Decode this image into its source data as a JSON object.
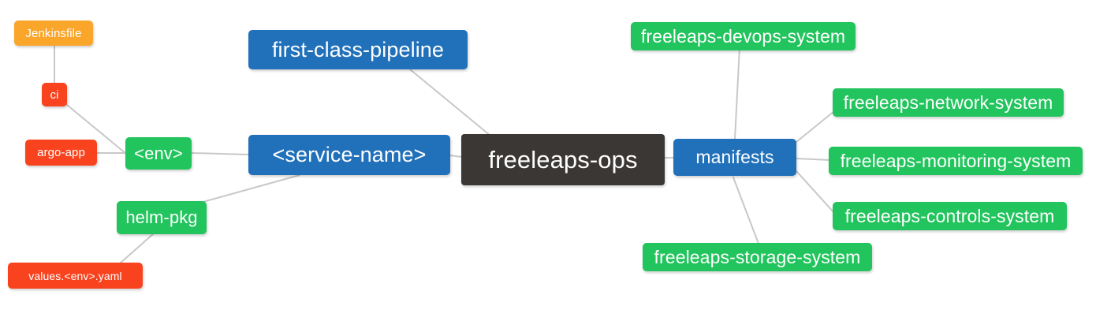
{
  "diagram": {
    "type": "mind-map",
    "title": "freeleaps-ops repository structure",
    "background": "#ffffff",
    "edge_color": "#c8c8c8",
    "palette": {
      "root": "#3b3735",
      "level1_blue": "#2170ba",
      "level2_green": "#22c45d",
      "level3_orange": "#f9a62b",
      "level3_red": "#f9431e",
      "text": "#ffffff"
    }
  },
  "nodes": {
    "root": {
      "label": "freeleaps-ops",
      "level": 0,
      "color": "#3b3735"
    },
    "first_class_pipeline": {
      "label": "first-class-pipeline",
      "level": 1,
      "color": "#2170ba"
    },
    "service_name": {
      "label": "<service-name>",
      "level": 1,
      "color": "#2170ba"
    },
    "manifests": {
      "label": "manifests",
      "level": 1,
      "color": "#2170ba"
    },
    "env": {
      "label": "<env>",
      "level": 2,
      "color": "#22c45d"
    },
    "helm_pkg": {
      "label": "helm-pkg",
      "level": 2,
      "color": "#22c45d"
    },
    "ci": {
      "label": "ci",
      "level": 3,
      "color": "#f9431e"
    },
    "jenkinsfile": {
      "label": "Jenkinsfile",
      "level": 3,
      "color": "#f9a62b"
    },
    "argo_app": {
      "label": "argo-app",
      "level": 3,
      "color": "#f9431e"
    },
    "values_yaml": {
      "label": "values.<env>.yaml",
      "level": 3,
      "color": "#f9431e"
    },
    "devops_system": {
      "label": "freeleaps-devops-system",
      "level": 2,
      "color": "#22c45d"
    },
    "network_system": {
      "label": "freeleaps-network-system",
      "level": 2,
      "color": "#22c45d"
    },
    "monitoring_system": {
      "label": "freeleaps-monitoring-system",
      "level": 2,
      "color": "#22c45d"
    },
    "controls_system": {
      "label": "freeleaps-controls-system",
      "level": 2,
      "color": "#22c45d"
    },
    "storage_system": {
      "label": "freeleaps-storage-system",
      "level": 2,
      "color": "#22c45d"
    }
  },
  "edges": [
    {
      "from": "root",
      "to": "first_class_pipeline"
    },
    {
      "from": "root",
      "to": "service_name"
    },
    {
      "from": "root",
      "to": "manifests"
    },
    {
      "from": "service_name",
      "to": "env"
    },
    {
      "from": "service_name",
      "to": "helm_pkg"
    },
    {
      "from": "env",
      "to": "ci"
    },
    {
      "from": "env",
      "to": "argo_app"
    },
    {
      "from": "ci",
      "to": "jenkinsfile"
    },
    {
      "from": "helm_pkg",
      "to": "values_yaml"
    },
    {
      "from": "manifests",
      "to": "devops_system"
    },
    {
      "from": "manifests",
      "to": "network_system"
    },
    {
      "from": "manifests",
      "to": "monitoring_system"
    },
    {
      "from": "manifests",
      "to": "controls_system"
    },
    {
      "from": "manifests",
      "to": "storage_system"
    }
  ]
}
